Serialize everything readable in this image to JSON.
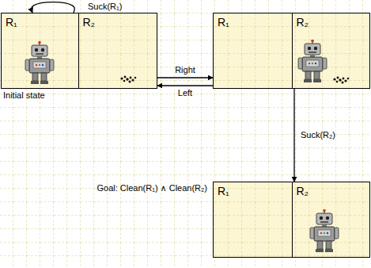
{
  "diagram": {
    "nodes": [
      {
        "text": [
          "Initial state"
        ]
      },
      {
        "text": [
          "R₁"
        ],
        "in": 0
      },
      {
        "text": [
          "R₂"
        ],
        "in": 0
      },
      {
        "text": []
      },
      {
        "text": [
          "R₁"
        ],
        "in": 3
      },
      {
        "text": [
          "R₂"
        ],
        "in": 3
      },
      {
        "text": [
          "Goal: Clean(R₁) ∧ Clean(R₂)"
        ]
      },
      {
        "text": [
          "R₁"
        ],
        "in": 6
      },
      {
        "text": [
          "R₂"
        ],
        "in": 6
      }
    ],
    "edges": [
      {
        "from": 0,
        "to": 0,
        "label": "Suck(R₁)",
        "arrow": "to"
      },
      {
        "from": 0,
        "to": 3,
        "label": "Right",
        "arrow": "to"
      },
      {
        "from": 3,
        "to": 0,
        "label": "Left",
        "arrow": "to"
      },
      {
        "from": 3,
        "to": 6,
        "label": "Suck(R₂)",
        "arrow": "to"
      }
    ]
  }
}
